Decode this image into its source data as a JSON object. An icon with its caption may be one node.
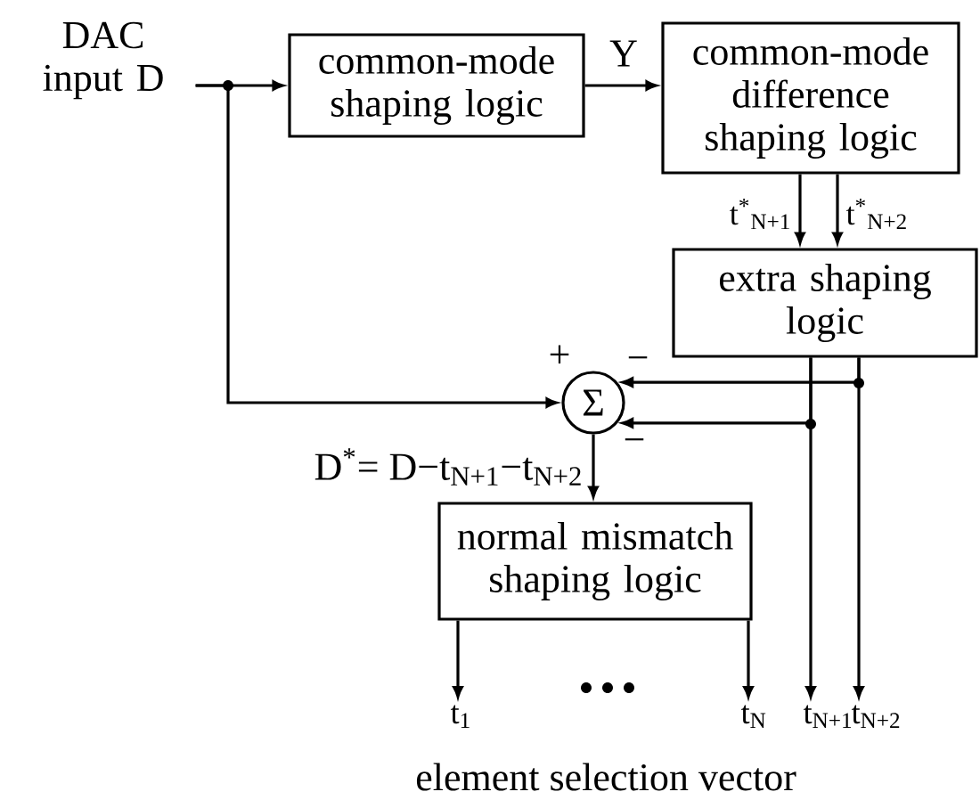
{
  "diagram": {
    "nodes": [
      {
        "text": [
          "DAC input D"
        ]
      },
      {
        "text": [
          "common-mode shaping logic"
        ]
      },
      {
        "text": [
          "common-mode difference shaping logic"
        ]
      },
      {
        "text": [
          "extra shaping logic"
        ]
      },
      {
        "text": [
          "Σ"
        ]
      },
      {
        "text": [
          "normal mismatch shaping logic"
        ]
      },
      {
        "text": [
          "t$_{1}$"
        ]
      },
      {
        "text": [
          "t$_{N}$"
        ]
      },
      {
        "text": [
          "t$_{N+1}$"
        ]
      },
      {
        "text": [
          "t$_{N+2}$"
        ]
      }
    ],
    "edges": [
      {
        "from": 0,
        "to": 1,
        "arrow": "to"
      },
      {
        "from": 0,
        "to": 4,
        "arrow": "to"
      },
      {
        "from": 1,
        "to": 2,
        "arrow": "to",
        "label": "Y"
      },
      {
        "from": 2,
        "to": 3,
        "arrow": "to",
        "label": "t$^{*}$$_{N+1}$"
      },
      {
        "from": 2,
        "to": 3,
        "arrow": "to",
        "label": "t$^{*}$$_{N+2}$"
      },
      {
        "from": 3,
        "to": 4,
        "arrow": "to"
      },
      {
        "from": 3,
        "to": 4,
        "arrow": "to"
      },
      {
        "from": 3,
        "to": 8,
        "arrow": "to"
      },
      {
        "from": 3,
        "to": 9,
        "arrow": "to"
      },
      {
        "from": 4,
        "to": 5,
        "arrow": "to",
        "label": "D$^{*}$= D−t$_{N+1}$−t$_{N+2}$"
      },
      {
        "from": 5,
        "to": 6,
        "arrow": "to"
      },
      {
        "from": 5,
        "to": 7,
        "arrow": "to"
      }
    ],
    "labels": [
      "+",
      "−",
      "−",
      "element selection vector"
    ]
  }
}
